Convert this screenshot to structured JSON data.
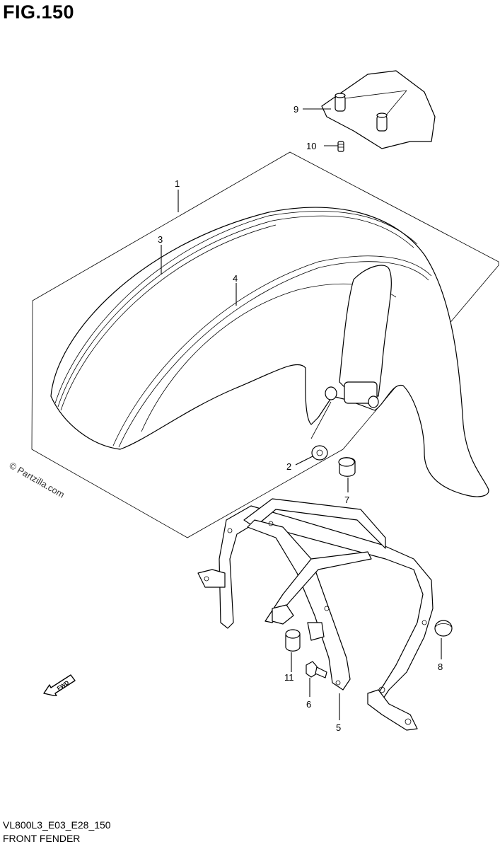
{
  "figure": {
    "title": "FIG.150",
    "model_code": "VL800L3_E03_E28_150",
    "part_name": "FRONT FENDER",
    "watermark": "© Partzilla.com",
    "fwd_label": "FWD"
  },
  "callouts": [
    {
      "number": "1"
    },
    {
      "number": "2"
    },
    {
      "number": "3"
    },
    {
      "number": "4"
    },
    {
      "number": "5"
    },
    {
      "number": "6"
    },
    {
      "number": "7"
    },
    {
      "number": "8"
    },
    {
      "number": "9"
    },
    {
      "number": "10"
    },
    {
      "number": "11"
    }
  ]
}
